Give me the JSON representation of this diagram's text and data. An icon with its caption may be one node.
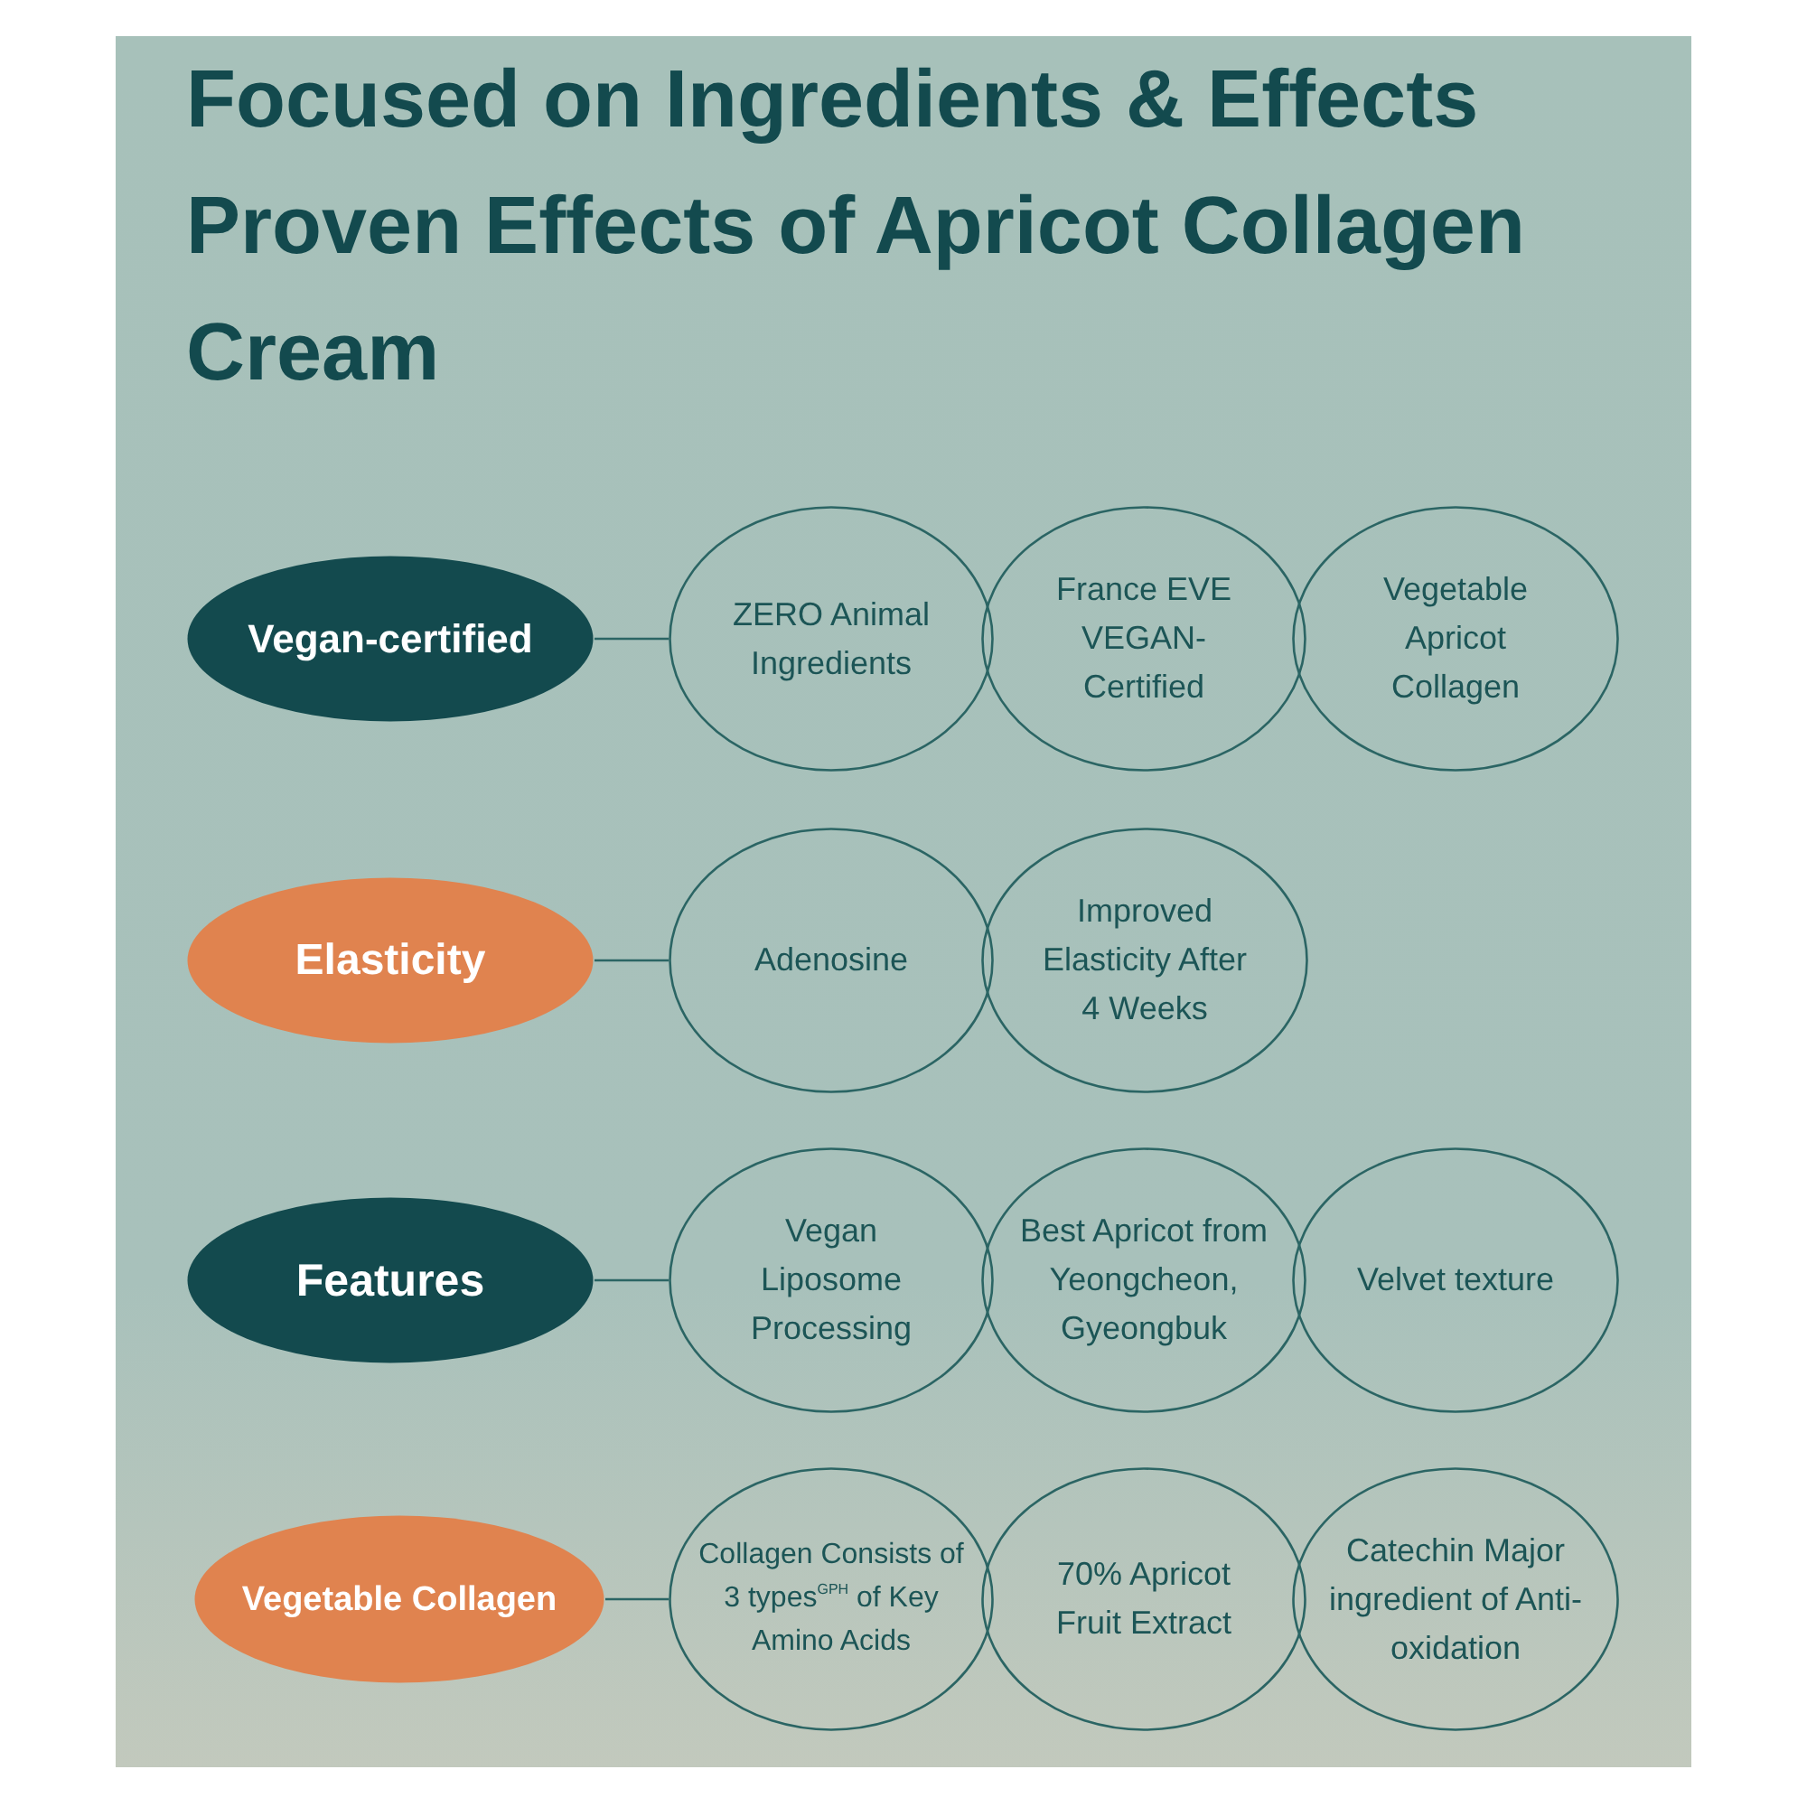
{
  "diagram": {
    "title": "Focused on Ingredients & Effects Proven Effects of Apricot Collagen Cream",
    "nodes": [
      {
        "text": [
          "Vegan-certified"
        ]
      },
      {
        "text": [
          "ZERO Animal Ingredients"
        ]
      },
      {
        "text": [
          "France EVE VEGAN-Certified"
        ]
      },
      {
        "text": [
          "Vegetable Apricot Collagen"
        ]
      },
      {
        "text": [
          "Elasticity"
        ]
      },
      {
        "text": [
          "Adenosine"
        ]
      },
      {
        "text": [
          "Improved Elasticity After 4 Weeks"
        ]
      },
      {
        "text": [
          "Features"
        ]
      },
      {
        "text": [
          "Vegan Liposome Processing"
        ]
      },
      {
        "text": [
          "Best Apricot from Yeongcheon, Gyeongbuk"
        ]
      },
      {
        "text": [
          "Velvet texture"
        ]
      },
      {
        "text": [
          "Vegetable Collagen"
        ]
      },
      {
        "text": [
          "Collagen Consists of 3 types$^{GPH}$ of Key Amino Acids"
        ]
      },
      {
        "text": [
          "70% Apricot Fruit Extract"
        ]
      },
      {
        "text": [
          "Catechin Major ingredient of Anti-oxidation"
        ]
      }
    ],
    "edges": [
      {
        "from": 0,
        "to": 1,
        "arrow": "none"
      },
      {
        "from": 4,
        "to": 5,
        "arrow": "none"
      },
      {
        "from": 7,
        "to": 8,
        "arrow": "none"
      },
      {
        "from": 11,
        "to": 12,
        "arrow": "none"
      }
    ]
  }
}
